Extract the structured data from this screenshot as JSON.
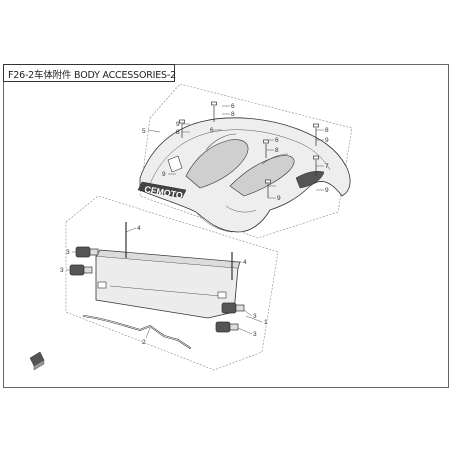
{
  "diagram": {
    "title": "F26-2车体附件 BODY ACCESSORIES-2",
    "logo_text": "CFMOTO",
    "callouts": {
      "c1": "1",
      "c2": "2",
      "c3a": "3",
      "c3b": "3",
      "c3c": "3",
      "c3d": "3",
      "c4a": "4",
      "c4b": "4",
      "c5": "5",
      "c6a": "6",
      "c6b": "6",
      "c6c": "6",
      "c7": "7",
      "c8a": "8",
      "c8b": "8",
      "c8c": "8",
      "c8d": "8",
      "c9a": "9",
      "c9b": "9",
      "c9c": "9",
      "c9d": "9"
    },
    "colors": {
      "line": "#333333",
      "fill_light": "#e8e8e8",
      "fill_dark": "#555555"
    }
  }
}
